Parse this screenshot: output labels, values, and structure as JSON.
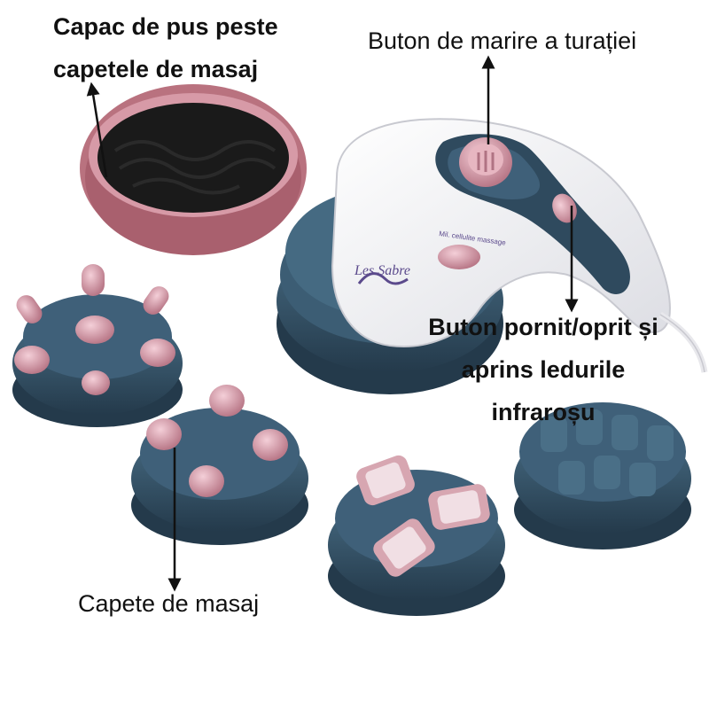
{
  "labels": {
    "lid_line1": "Capac de pus peste",
    "lid_line2": "capetele de masaj",
    "speed_button": "Buton de marire a turației",
    "power_line1": "Buton pornit/oprit și",
    "power_line2": "aprins ledurile",
    "power_line3": "infraroșu",
    "massage_heads": "Capete de masaj"
  },
  "device_print": {
    "brand": "Les Sabre",
    "model": "Mil. cellulite massage"
  },
  "colors": {
    "navy": "#2f4a5e",
    "navy_light": "#456a82",
    "pink": "#c78a97",
    "pink_light": "#e7b6c1",
    "white_body": "#f2f2f4"
  }
}
